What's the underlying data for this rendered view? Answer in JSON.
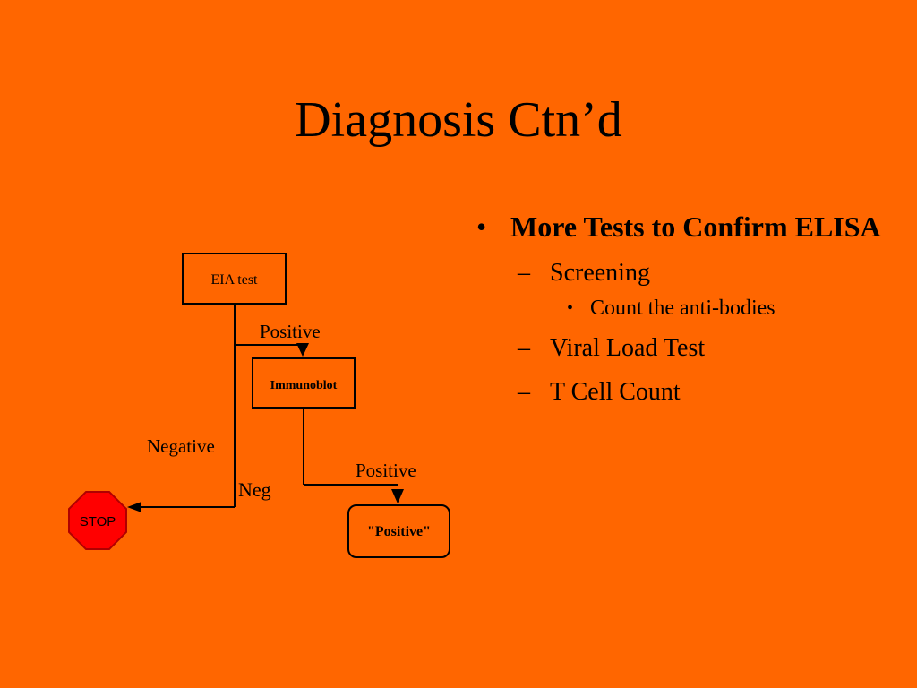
{
  "slide": {
    "title": "Diagnosis Ctn’d",
    "background": "#FF6600"
  },
  "diagram": {
    "nodes": {
      "eia": "EIA test",
      "immunoblot": "Immunoblot",
      "positive_result": "\"Positive\"",
      "stop": "STOP"
    },
    "edge_labels": {
      "eia_positive": "Positive",
      "eia_negative": "Negative",
      "immunoblot_negative": "Neg",
      "immunoblot_positive": "Positive"
    },
    "stop_color": "#FF0000"
  },
  "bullets": {
    "marker_l1": "•",
    "marker_l2": "–",
    "marker_l3": "•",
    "main": "More Tests to Confirm ELISA",
    "sub": [
      {
        "label": "Screening",
        "children": [
          "Count the anti-bodies"
        ]
      },
      {
        "label": "Viral Load Test",
        "children": []
      },
      {
        "label": "T Cell Count",
        "children": []
      }
    ]
  }
}
